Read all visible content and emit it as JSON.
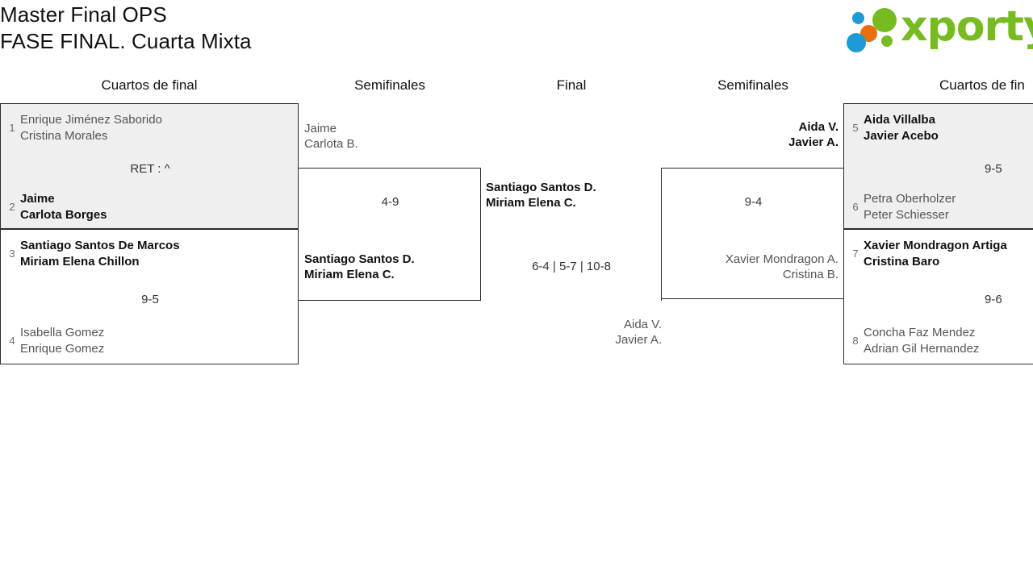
{
  "header": {
    "title_line1": "Master Final OPS",
    "title_line2": "FASE FINAL. Cuarta Mixta",
    "logo_text": "xporty",
    "logo_colors": {
      "green": "#76bc21",
      "blue": "#1d9bd7",
      "orange": "#e8700a"
    }
  },
  "rounds": {
    "qf_left": "Cuartos de final",
    "sf_left": "Semifinales",
    "final": "Final",
    "sf_right": "Semifinales",
    "qf_right": "Cuartos de fin"
  },
  "bracket": {
    "quarterfinals_left": [
      {
        "score": "RET : ^",
        "teams": [
          {
            "seed": "1",
            "player1": "Enrique Jiménez Saborido",
            "player2": "Cristina Morales",
            "winner": false
          },
          {
            "seed": "2",
            "player1": "Jaime",
            "player2": "Carlota Borges",
            "winner": true
          }
        ]
      },
      {
        "score": "9-5",
        "teams": [
          {
            "seed": "3",
            "player1": "Santiago Santos De Marcos",
            "player2": "Miriam Elena Chillon",
            "winner": true
          },
          {
            "seed": "4",
            "player1": "Isabella Gomez",
            "player2": "Enrique Gomez",
            "winner": false
          }
        ]
      }
    ],
    "quarterfinals_right": [
      {
        "score": "9-5",
        "teams": [
          {
            "seed": "5",
            "player1": "Aida Villalba",
            "player2": "Javier Acebo",
            "winner": true
          },
          {
            "seed": "6",
            "player1": "Petra Oberholzer",
            "player2": "Peter Schiesser",
            "winner": false
          }
        ]
      },
      {
        "score": "9-6",
        "teams": [
          {
            "seed": "7",
            "player1": "Xavier Mondragon Artiga",
            "player2": "Cristina Baro",
            "winner": true
          },
          {
            "seed": "8",
            "player1": "Concha Faz Mendez",
            "player2": "Adrian Gil Hernandez",
            "winner": false
          }
        ]
      }
    ],
    "semifinal_left": {
      "score": "4-9",
      "teams": [
        {
          "player1": "Jaime",
          "player2": "Carlota B.",
          "winner": false
        },
        {
          "player1": "Santiago Santos D.",
          "player2": "Miriam Elena C.",
          "winner": true
        }
      ]
    },
    "semifinal_right": {
      "score": "9-4",
      "teams": [
        {
          "player1": "Aida V.",
          "player2": "Javier A.",
          "winner": true
        },
        {
          "player1": "Xavier Mondragon A.",
          "player2": "Cristina B.",
          "winner": false
        }
      ]
    },
    "final": {
      "score": "6-4 | 5-7 | 10-8",
      "teams": [
        {
          "player1": "Santiago Santos D.",
          "player2": "Miriam Elena C.",
          "winner": true
        },
        {
          "player1": "Aida V.",
          "player2": "Javier A.",
          "winner": false
        }
      ]
    }
  }
}
